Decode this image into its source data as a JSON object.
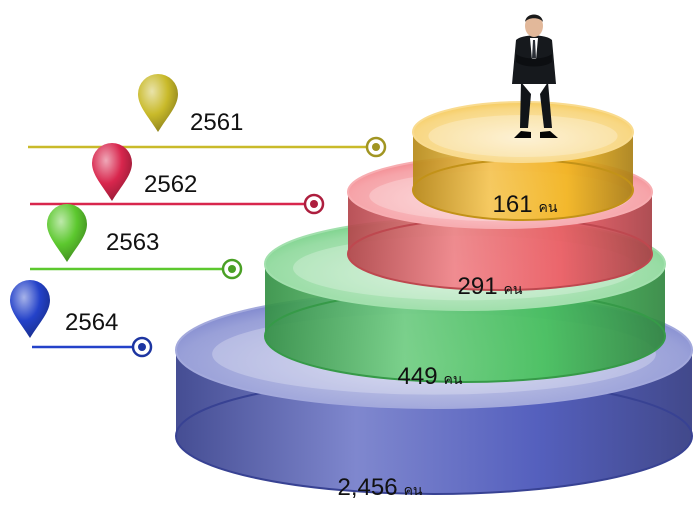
{
  "chart_data": {
    "type": "bar",
    "title": "",
    "categories": [
      "2561",
      "2562",
      "2563",
      "2564"
    ],
    "values": [
      161,
      291,
      449,
      2456
    ],
    "value_labels": [
      "161",
      "291",
      "449",
      "2,456"
    ],
    "unit": "คน",
    "colors": [
      "#f2b61e",
      "#ee5a63",
      "#44c05a",
      "#4652b8"
    ],
    "pin_colors": [
      "#c9ba2a",
      "#d8264d",
      "#5cc82e",
      "#2442c9"
    ]
  }
}
